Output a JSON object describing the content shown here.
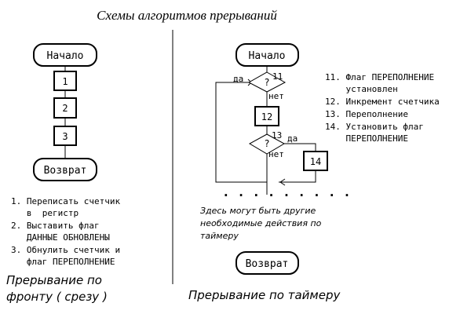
{
  "title": "Схемы алгоритмов прерываний",
  "left": {
    "start_label": "Начало",
    "steps": [
      "1",
      "2",
      "3"
    ],
    "end_label": "Возврат",
    "notes": [
      "1. Переписать счетчик",
      "   в  регистр",
      "2. Выставить флаг",
      "   ДАННЫЕ ОБНОВЛЕНЫ",
      "3. Обнулить счетчик и",
      "   флаг ПЕРЕПОЛНЕНИЕ"
    ],
    "caption_line1": "Прерывание по",
    "caption_line2": "фронту ( срезу )"
  },
  "right": {
    "start_label": "Начало",
    "cond1_num": "11",
    "cond1_q": "?",
    "cond1_yes": "да",
    "cond1_no": "нет",
    "step12": "12",
    "cond2_num": "13",
    "cond2_q": "?",
    "cond2_yes": "да",
    "cond2_no": "нет",
    "step14": "14",
    "dots": ". . . . . . . . .",
    "other_actions": [
      "Здесь могут быть другие",
      "необходимые действия по",
      "таймеру"
    ],
    "end_label": "Возврат",
    "notes": [
      "11. Флаг ПЕРЕПОЛНЕНИЕ",
      "    установлен",
      "12. Инкремент счетчика",
      "13. Переполнение",
      "14. Установить флаг",
      "    ПЕРЕПОЛНЕНИЕ"
    ],
    "caption": "Прерывание по таймеру"
  }
}
